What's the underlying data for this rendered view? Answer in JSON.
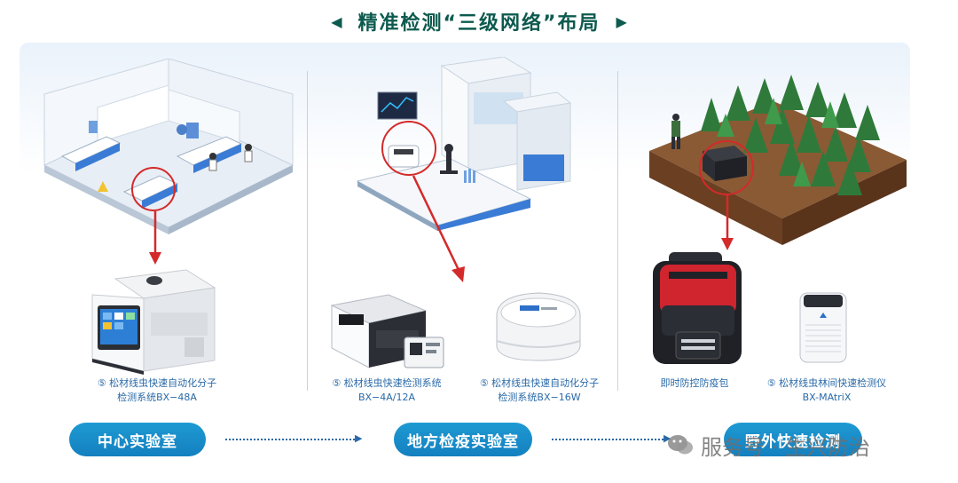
{
  "header": {
    "title": "精准检测“三级网络”布局",
    "left_arrow": "◀",
    "right_arrow": "▶"
  },
  "columns": [
    {
      "level_label": "中心实验室",
      "products": [
        {
          "caption_line1": "⑤ 松材线虫快速自动化分子",
          "caption_line2": "检测系统BX−48A"
        }
      ]
    },
    {
      "level_label": "地方检疫实验室",
      "products": [
        {
          "caption_line1": "⑤ 松材线虫快速检测系统",
          "caption_line2": "BX−4A/12A"
        },
        {
          "caption_line1": "⑤ 松材线虫快速自动化分子",
          "caption_line2": "检测系统BX−16W"
        }
      ]
    },
    {
      "level_label": "野外快速检测",
      "products": [
        {
          "caption_line1": "即时防控防疫包",
          "caption_line2": ""
        },
        {
          "caption_line1": "⑤ 松材线虫林间快速检测仪",
          "caption_line2": "BX-MAtriX"
        }
      ]
    }
  ],
  "watermark": {
    "text": "服务号 · 生兴防治",
    "icon": "wechat-icon"
  },
  "colors": {
    "title": "#0d5a4e",
    "pill": "#1a8fcd",
    "caption": "#2a6aa8",
    "accent_red": "#d42a2a"
  }
}
